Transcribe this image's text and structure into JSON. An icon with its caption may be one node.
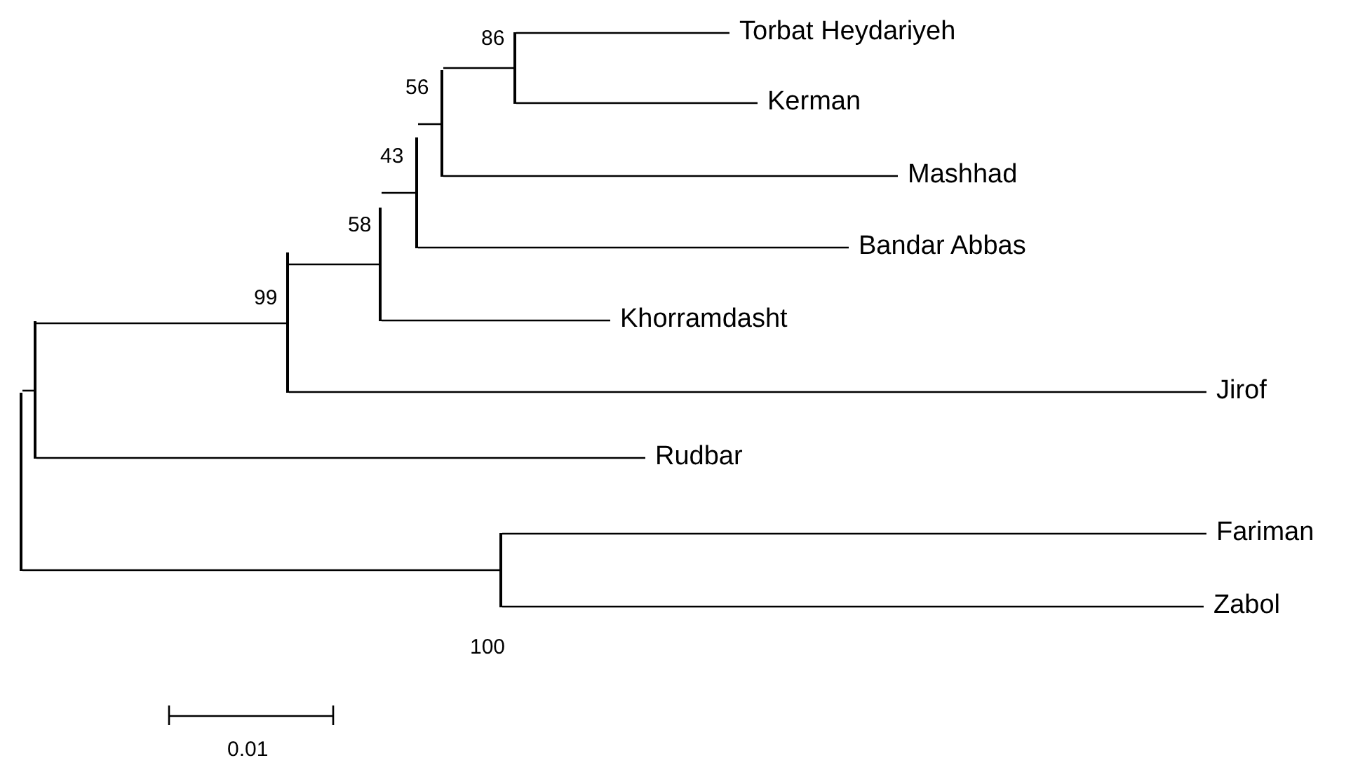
{
  "diagram": {
    "nodes": [
      {
        "text": [],
        "shape": "bar"
      },
      {
        "text": [],
        "shape": "bar"
      },
      {
        "text": [],
        "shape": "bar",
        "beside": [
          "99"
        ]
      },
      {
        "text": [],
        "shape": "bar",
        "beside": [
          "58"
        ]
      },
      {
        "text": [],
        "shape": "bar",
        "beside": [
          "43"
        ]
      },
      {
        "text": [],
        "shape": "bar",
        "beside": [
          "56"
        ]
      },
      {
        "text": [],
        "shape": "bar",
        "beside": [
          "86"
        ]
      },
      {
        "text": [
          "Torbat Heydariyeh"
        ]
      },
      {
        "text": [
          "Kerman"
        ]
      },
      {
        "text": [
          "Mashhad"
        ]
      },
      {
        "text": [
          "Bandar Abbas"
        ]
      },
      {
        "text": [
          "Khorramdasht"
        ]
      },
      {
        "text": [
          "Jirof"
        ]
      },
      {
        "text": [
          "Rudbar"
        ]
      },
      {
        "text": [],
        "shape": "bar",
        "beside": [
          "100"
        ]
      },
      {
        "text": [
          "Fariman"
        ]
      },
      {
        "text": [
          "Zabol"
        ]
      }
    ],
    "edges": [
      {
        "from": 0,
        "to": 1,
        "arrow": "none"
      },
      {
        "from": 0,
        "to": 14,
        "arrow": "none"
      },
      {
        "from": 1,
        "to": 2,
        "arrow": "none"
      },
      {
        "from": 1,
        "to": 13,
        "arrow": "none"
      },
      {
        "from": 2,
        "to": 3,
        "arrow": "none"
      },
      {
        "from": 2,
        "to": 12,
        "arrow": "none"
      },
      {
        "from": 3,
        "to": 4,
        "arrow": "none"
      },
      {
        "from": 3,
        "to": 11,
        "arrow": "none"
      },
      {
        "from": 4,
        "to": 5,
        "arrow": "none"
      },
      {
        "from": 4,
        "to": 10,
        "arrow": "none"
      },
      {
        "from": 5,
        "to": 6,
        "arrow": "none"
      },
      {
        "from": 5,
        "to": 9,
        "arrow": "none"
      },
      {
        "from": 6,
        "to": 7,
        "arrow": "none"
      },
      {
        "from": 6,
        "to": 8,
        "arrow": "none"
      },
      {
        "from": 14,
        "to": 15,
        "arrow": "none"
      },
      {
        "from": 14,
        "to": 16,
        "arrow": "none"
      }
    ],
    "labels": [
      "0.01"
    ]
  }
}
